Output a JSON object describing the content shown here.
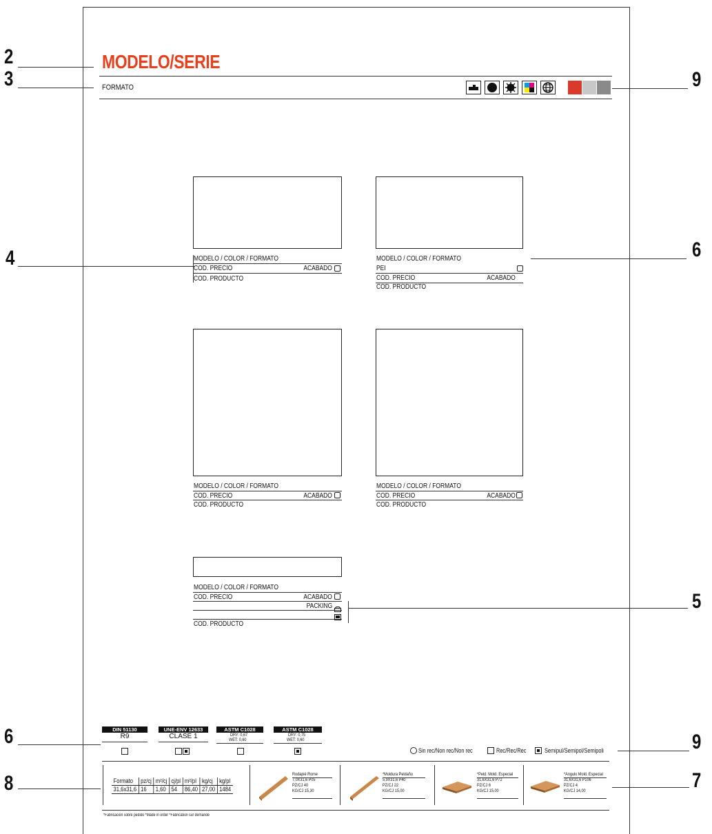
{
  "callouts": {
    "n2": "2",
    "n3": "3",
    "n4": "4",
    "n5": "5",
    "n6a": "6",
    "n6b": "6",
    "n7": "7",
    "n8": "8",
    "n9a": "9",
    "n9b": "9"
  },
  "header": {
    "title": "MODELO/SERIE",
    "format": "FORMATO",
    "icons": [
      "floor-tile-icon",
      "solid-circle-icon",
      "burst-circle-icon",
      "cmyk-squares-icon",
      "globe-icon",
      "color-swatches-icon"
    ],
    "accent_color": "#e8401c"
  },
  "cards": [
    {
      "line1": "MODELO / COLOR / FORMATO",
      "price": "COD. PRECIO",
      "finish": "ACABADO",
      "code": "COD. PRODUCTO"
    },
    {
      "line1": "MODELO / COLOR / FORMATO",
      "pei": "PEI",
      "price": "COD. PRECIO",
      "finish": "ACABADO",
      "code": "COD. PRODUCTO"
    },
    {
      "line1": "MODELO / COLOR / FORMATO",
      "price": "COD. PRECIO",
      "finish": "ACABADO",
      "code": "COD. PRODUCTO"
    },
    {
      "line1": "MODELO / COLOR / FORMATO",
      "price": "COD. PRECIO",
      "finish": "ACABADO",
      "code": "COD. PRODUCTO"
    },
    {
      "line1": "MODELO / COLOR / FORMATO",
      "price": "COD. PRECIO",
      "finish": "ACABADO",
      "packing": "PACKING",
      "code": "COD. PRODUCTO"
    }
  ],
  "badges": [
    {
      "title": "DIN 51130",
      "value": "R9"
    },
    {
      "title": "UNE-ENV 12633",
      "value": "CLASE 1"
    },
    {
      "title": "ASTM C1028",
      "dry": "DRY: 0,67",
      "wet": "WET: 0,60"
    },
    {
      "title": "ASTM C1028",
      "dry": "DRY: 0,75",
      "wet": "WET: 0,60"
    }
  ],
  "legend": {
    "sin_rec": "Sin rec/Non rec/Non rec",
    "rec": "Rec/Rec/Rec",
    "semipul": "Semipul/Semipol/Semipoli"
  },
  "packing_table": {
    "headers": [
      "Formato",
      "pz/cj",
      "m²/cj",
      "cj/pl",
      "m²/pl",
      "kg/cj",
      "kg/pl"
    ],
    "row": [
      "31,6x31,6",
      "16",
      "1,60",
      "54",
      "86,40",
      "27,00",
      "1484"
    ]
  },
  "products": [
    {
      "lines": [
        "Rodapié Rome",
        "7,0X31,6 P05",
        "PZ/CJ 40",
        "KG/CJ 15,30"
      ]
    },
    {
      "lines": [
        "*Moldura Peldaño",
        "5,9X31,6 P40",
        "PZ/CJ 22",
        "KG/CJ 15,00"
      ]
    },
    {
      "lines": [
        "*Peld. Mold. Especial",
        "31,6X31,6 P72",
        "PZ/CJ 6",
        "KG/CJ 15,00"
      ]
    },
    {
      "lines": [
        "*Angulo Mold. Especial",
        "31,6X31,6 P106",
        "PZ/CJ 4",
        "KG/CJ 14,00"
      ]
    }
  ],
  "footnote": "*Fabricación sobre pedido  *Made in order  *Fabrication sur demande"
}
